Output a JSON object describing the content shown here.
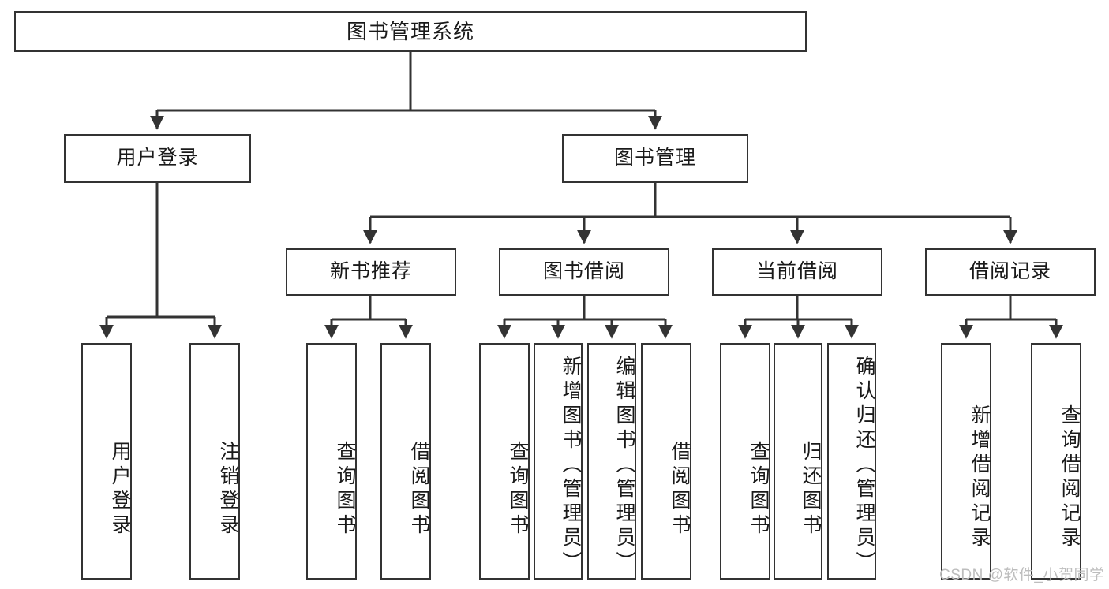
{
  "diagram": {
    "type": "tree",
    "title": "图书管理系统",
    "root": {
      "label": "图书管理系统"
    },
    "level2": [
      {
        "label": "用户登录"
      },
      {
        "label": "图书管理"
      }
    ],
    "level3": [
      {
        "label": "新书推荐"
      },
      {
        "label": "图书借阅"
      },
      {
        "label": "当前借阅"
      },
      {
        "label": "借阅记录"
      }
    ],
    "leaves": {
      "user_login": [
        {
          "label": "用户登录"
        },
        {
          "label": "注销登录"
        }
      ],
      "new_book_recommend": [
        {
          "label": "查询图书"
        },
        {
          "label": "借阅图书"
        }
      ],
      "book_borrow": [
        {
          "label": "查询图书"
        },
        {
          "label": "新增图书（管理员）"
        },
        {
          "label": "编辑图书（管理员）"
        },
        {
          "label": "借阅图书"
        }
      ],
      "current_borrow": [
        {
          "label": "查询图书"
        },
        {
          "label": "归还图书"
        },
        {
          "label": "确认归还（管理员）"
        }
      ],
      "borrow_record": [
        {
          "label": "新增借阅记录"
        },
        {
          "label": "查询借阅记录"
        }
      ]
    }
  },
  "watermark": {
    "text": "CSDN @软件_小贺同学"
  },
  "colors": {
    "stroke": "#333333",
    "text": "#1a1a1a",
    "background": "#ffffff",
    "watermark": "#bdbdbd"
  }
}
